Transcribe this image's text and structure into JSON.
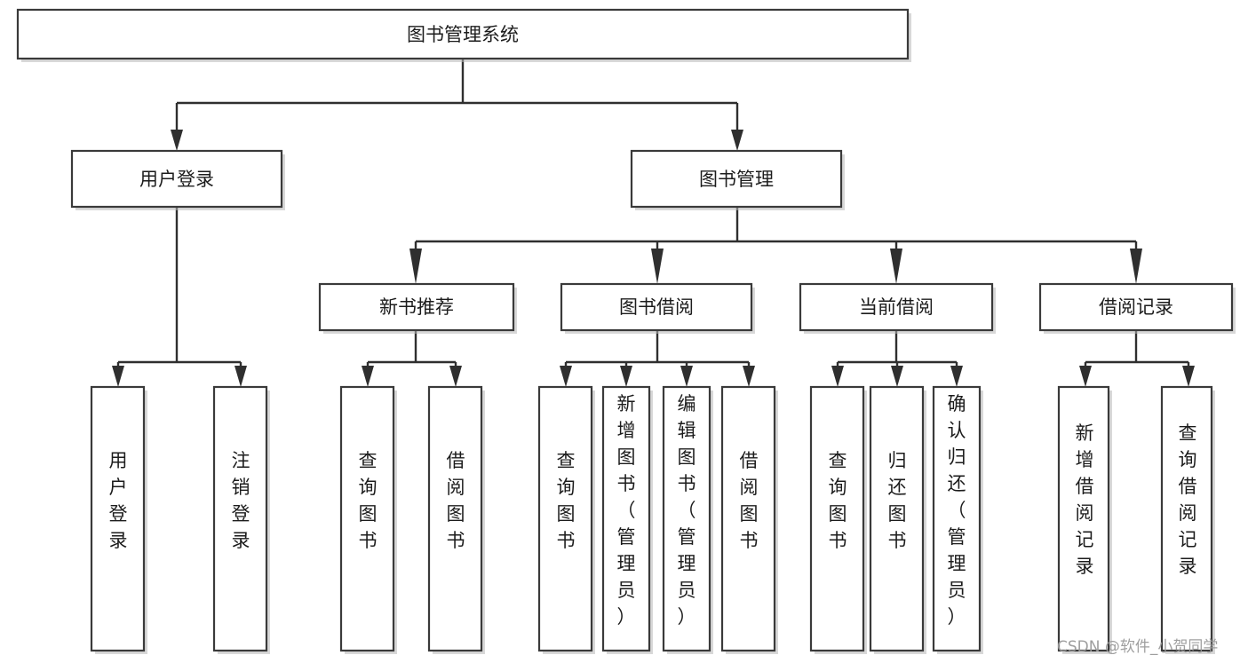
{
  "diagram": {
    "type": "tree-hierarchy",
    "title": "图书管理系统",
    "orientation": "top-down",
    "watermark": "CSDN @软件_小贺同学",
    "colors": {
      "background": "#ffffff",
      "box_fill": "#ffffff",
      "box_stroke": "#3a3a3a",
      "connector": "#2f2f2f",
      "text": "#1c1c1c",
      "watermark": "#9a9a9a"
    },
    "root": {
      "id": "root",
      "label": "图书管理系统",
      "orientation": "horizontal"
    },
    "level2": [
      {
        "id": "user-login",
        "label": "用户登录",
        "orientation": "horizontal"
      },
      {
        "id": "book-management",
        "label": "图书管理",
        "orientation": "horizontal"
      }
    ],
    "level3": [
      {
        "id": "new-book-recommend",
        "label": "新书推荐",
        "parent": "book-management",
        "orientation": "horizontal"
      },
      {
        "id": "book-borrow",
        "label": "图书借阅",
        "parent": "book-management",
        "orientation": "horizontal"
      },
      {
        "id": "current-borrow",
        "label": "当前借阅",
        "parent": "book-management",
        "orientation": "horizontal"
      },
      {
        "id": "borrow-record",
        "label": "借阅记录",
        "parent": "book-management",
        "orientation": "horizontal"
      }
    ],
    "leaves": [
      {
        "id": "leaf-user-login",
        "label": "用户登录",
        "parent": "user-login",
        "orientation": "vertical"
      },
      {
        "id": "leaf-logout-login",
        "label": "注销登录",
        "parent": "user-login",
        "orientation": "vertical"
      },
      {
        "id": "leaf-query-book-1",
        "label": "查询图书",
        "parent": "new-book-recommend",
        "orientation": "vertical"
      },
      {
        "id": "leaf-borrow-book-1",
        "label": "借阅图书",
        "parent": "new-book-recommend",
        "orientation": "vertical"
      },
      {
        "id": "leaf-query-book-2",
        "label": "查询图书",
        "parent": "book-borrow",
        "orientation": "vertical"
      },
      {
        "id": "leaf-add-book",
        "label": "新增图书（管理员）",
        "parent": "book-borrow",
        "orientation": "vertical"
      },
      {
        "id": "leaf-edit-book",
        "label": "编辑图书（管理员）",
        "parent": "book-borrow",
        "orientation": "vertical"
      },
      {
        "id": "leaf-borrow-book-2",
        "label": "借阅图书",
        "parent": "book-borrow",
        "orientation": "vertical"
      },
      {
        "id": "leaf-query-book-3",
        "label": "查询图书",
        "parent": "current-borrow",
        "orientation": "vertical"
      },
      {
        "id": "leaf-return-book",
        "label": "归还图书",
        "parent": "current-borrow",
        "orientation": "vertical"
      },
      {
        "id": "leaf-confirm-return",
        "label": "确认归还（管理员）",
        "parent": "current-borrow",
        "orientation": "vertical"
      },
      {
        "id": "leaf-add-record",
        "label": "新增借阅记录",
        "parent": "borrow-record",
        "orientation": "vertical"
      },
      {
        "id": "leaf-query-record",
        "label": "查询借阅记录",
        "parent": "borrow-record",
        "orientation": "vertical"
      }
    ]
  }
}
